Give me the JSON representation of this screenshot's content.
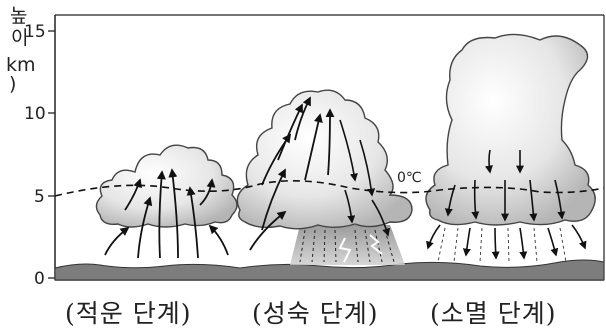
{
  "axis": {
    "y_label_top": "높",
    "y_label_mid": "이",
    "y_unit": "km",
    "ticks": [
      "0",
      "5",
      "10",
      "15"
    ]
  },
  "isotherm_label": "0℃",
  "stages": [
    {
      "caption": "(적운 단계)"
    },
    {
      "caption": "(성숙 단계)"
    },
    {
      "caption": "(소멸 단계)"
    }
  ]
}
